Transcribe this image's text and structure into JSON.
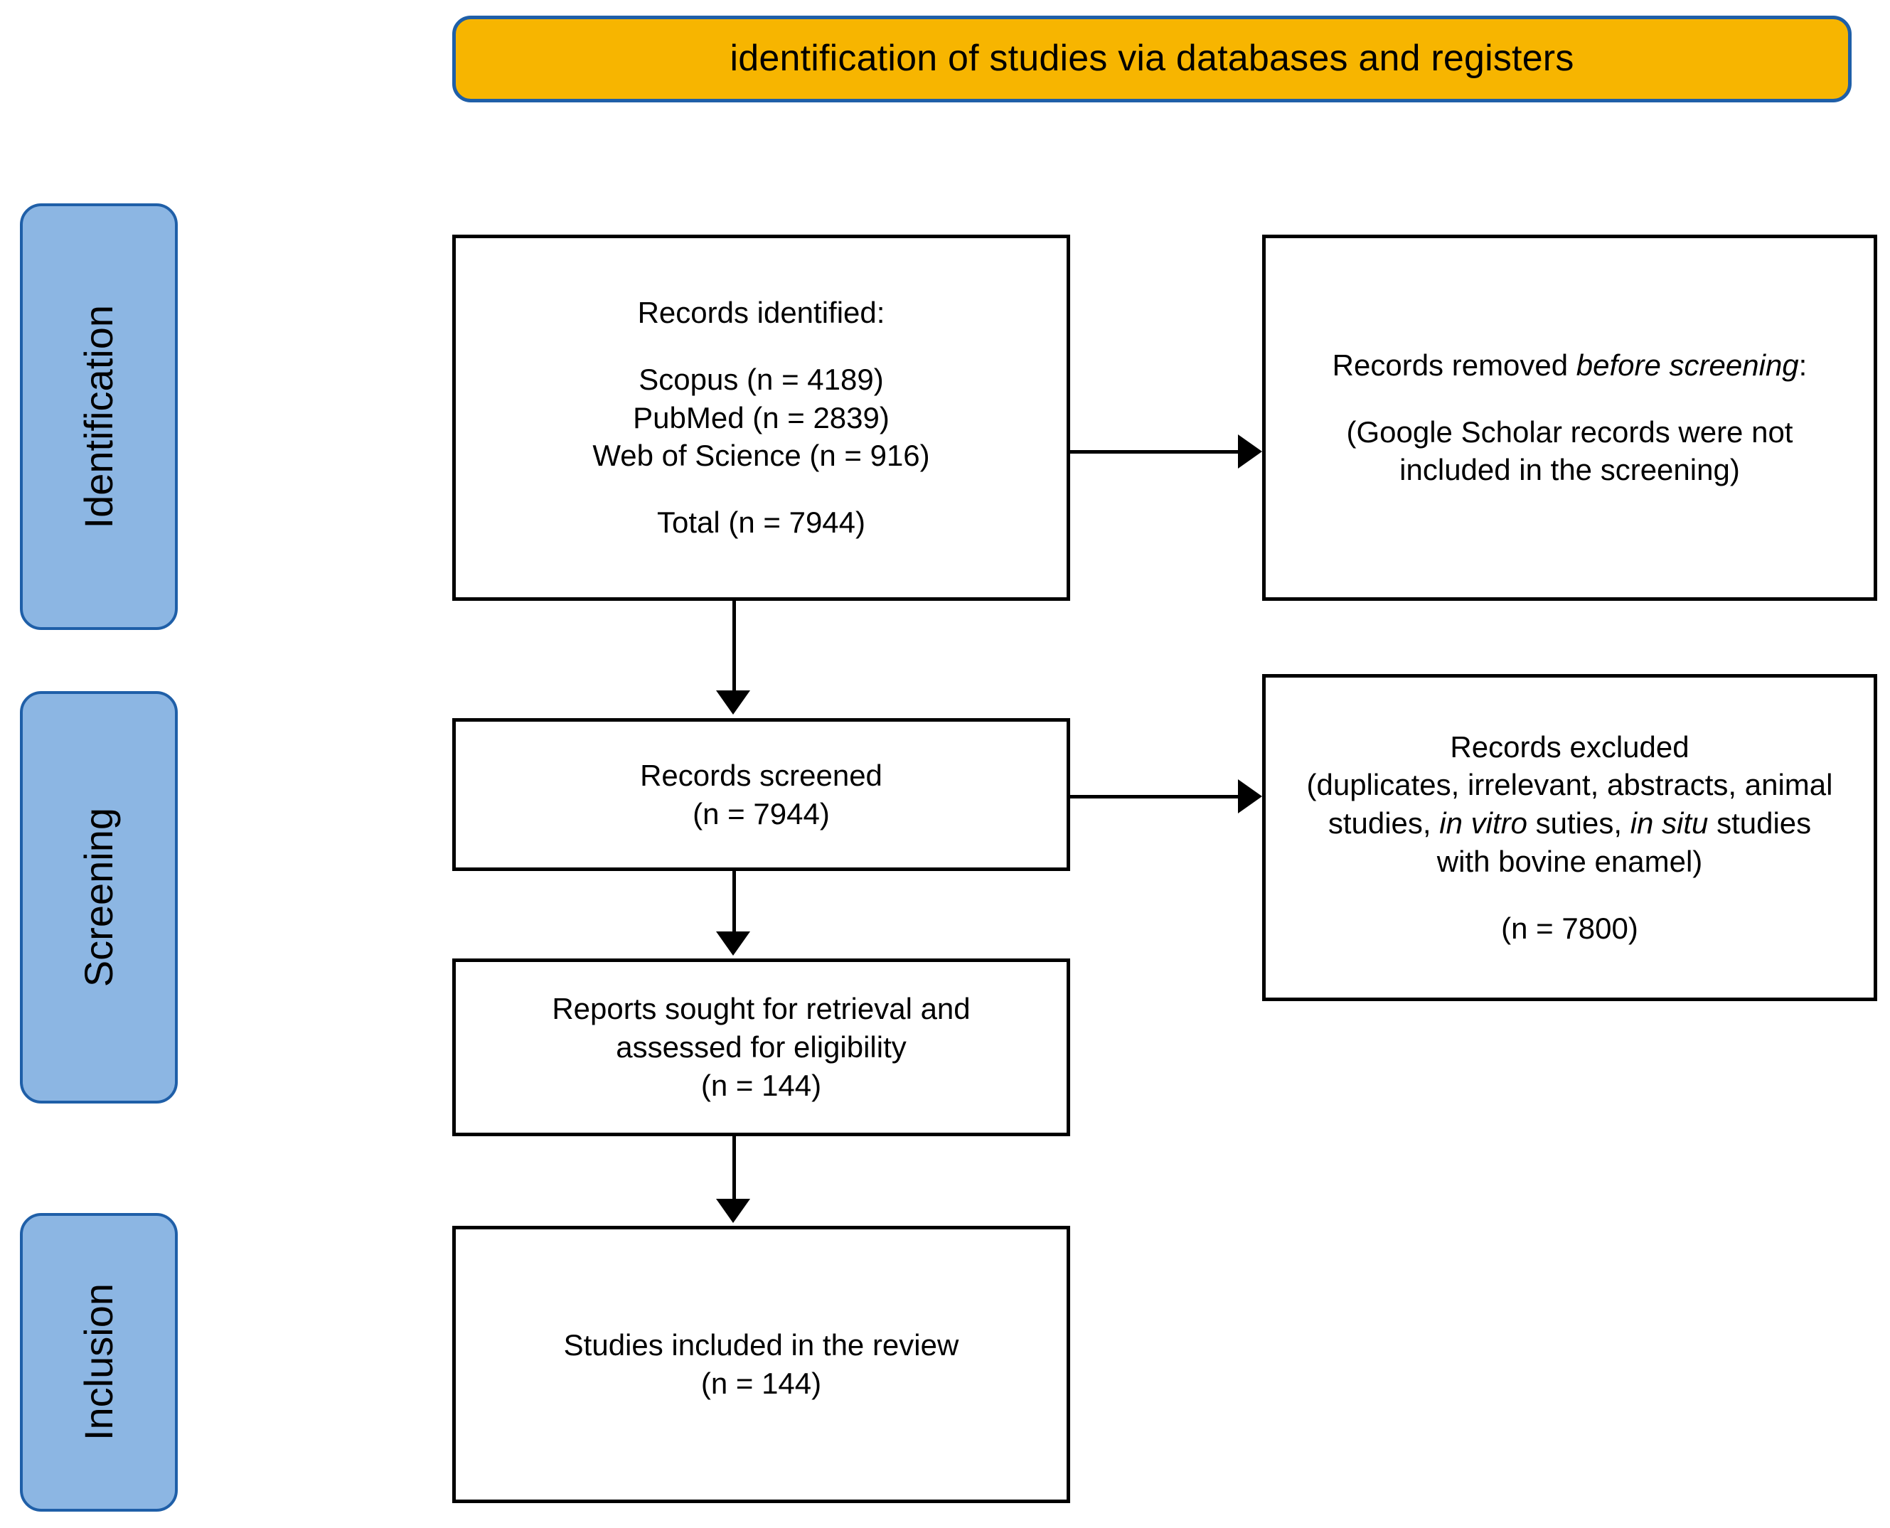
{
  "banner": {
    "title": "identification of studies via databases and registers",
    "fill_color": "#F7B500",
    "border_color": "#1F5FA8"
  },
  "stages": [
    {
      "id": "identification",
      "label": "Identification"
    },
    {
      "id": "screening",
      "label": "Screening"
    },
    {
      "id": "inclusion",
      "label": "Inclusion"
    }
  ],
  "stage_style": {
    "fill_color": "#8CB6E3",
    "border_color": "#1F5FA8"
  },
  "boxes": {
    "identified": {
      "heading": "Records identified:",
      "sources": [
        "Scopus (n = 4189)",
        "PubMed (n = 2839)",
        "Web of Science (n = 916)"
      ],
      "total": "Total (n = 7944)"
    },
    "removed": {
      "heading_prefix": "Records removed ",
      "heading_emphasis": "before screening",
      "heading_suffix": ":",
      "note_line1": "(Google Scholar records were not",
      "note_line2": "included in the screening)"
    },
    "screened": {
      "line1": "Records screened",
      "line2": "(n = 7944)"
    },
    "excluded": {
      "line1": "Records excluded",
      "line2": "(duplicates, irrelevant, abstracts, animal",
      "line3_a": "studies, ",
      "line3_em1": "in vitro",
      "line3_b": " suties, ",
      "line3_em2": "in situ",
      "line3_c": " studies",
      "line4": "with bovine enamel)",
      "count": "(n = 7800)"
    },
    "sought": {
      "line1": "Reports sought for retrieval and",
      "line2": "assessed for eligibility",
      "line3": "(n = 144)"
    },
    "included": {
      "line1": "Studies included in the review",
      "line2": "(n = 144)"
    }
  },
  "chart_data": {
    "type": "diagram",
    "title": "identification of studies via databases and registers",
    "nodes": [
      {
        "id": "identified",
        "stage": "Identification",
        "label": "Records identified",
        "counts": {
          "Scopus": 4189,
          "PubMed": 2839,
          "Web of Science": 916,
          "Total": 7944
        }
      },
      {
        "id": "removed",
        "stage": "Identification",
        "label": "Records removed before screening",
        "counts": {}
      },
      {
        "id": "screened",
        "stage": "Screening",
        "label": "Records screened",
        "n": 7944
      },
      {
        "id": "excluded",
        "stage": "Screening",
        "label": "Records excluded",
        "n": 7800
      },
      {
        "id": "sought",
        "stage": "Screening",
        "label": "Reports sought for retrieval and assessed for eligibility",
        "n": 144
      },
      {
        "id": "included",
        "stage": "Inclusion",
        "label": "Studies included in the review",
        "n": 144
      }
    ],
    "edges": [
      {
        "from": "identified",
        "to": "removed",
        "direction": "right"
      },
      {
        "from": "identified",
        "to": "screened",
        "direction": "down"
      },
      {
        "from": "screened",
        "to": "excluded",
        "direction": "right"
      },
      {
        "from": "screened",
        "to": "sought",
        "direction": "down"
      },
      {
        "from": "sought",
        "to": "included",
        "direction": "down"
      }
    ]
  }
}
